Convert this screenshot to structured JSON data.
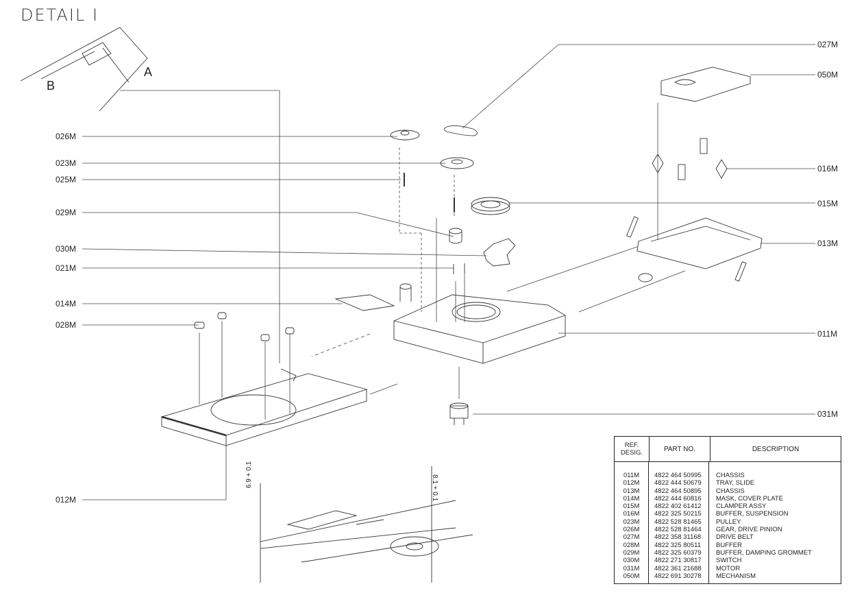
{
  "detail": {
    "title": "DETAIL I",
    "label_a": "A",
    "label_b": "B",
    "dim_left": "6.9 + 0.1",
    "dim_right": "8.1 + 0.1"
  },
  "callouts": [
    "027M",
    "050M",
    "026M",
    "023M",
    "025M",
    "016M",
    "015M",
    "029M",
    "013M",
    "030M",
    "021M",
    "014M",
    "028M",
    "011M",
    "031M",
    "012M"
  ],
  "table": {
    "headers": {
      "ref": "REF. DESIG.",
      "part": "PART NO.",
      "desc": "DESCRIPTION"
    },
    "rows": [
      {
        "ref": "011M",
        "part": "4822 464 50995",
        "desc": "CHASSIS"
      },
      {
        "ref": "012M",
        "part": "4822 444 50679",
        "desc": "TRAY, SLIDE"
      },
      {
        "ref": "013M",
        "part": "4822 464 50895",
        "desc": "CHASSIS"
      },
      {
        "ref": "014M",
        "part": "4822 444 60816",
        "desc": "MASK, COVER PLATE"
      },
      {
        "ref": "015M",
        "part": "4822 402 61412",
        "desc": "CLAMPER ASSY"
      },
      {
        "ref": "016M",
        "part": "4822 325 50215",
        "desc": "BUFFER, SUSPENSION"
      },
      {
        "ref": "023M",
        "part": "4822 528 81465",
        "desc": "PULLEY"
      },
      {
        "ref": "026M",
        "part": "4822 528 81464",
        "desc": "GEAR, DRIVE PINION"
      },
      {
        "ref": "027M",
        "part": "4822 358 31168",
        "desc": "DRIVE BELT"
      },
      {
        "ref": "028M",
        "part": "4822 325 80511",
        "desc": "BUFFER"
      },
      {
        "ref": "029M",
        "part": "4822 325 60379",
        "desc": "BUFFER, DAMPING GROMMET"
      },
      {
        "ref": "030M",
        "part": "4822 271 30817",
        "desc": "SWITCH"
      },
      {
        "ref": "031M",
        "part": "4822 361 21688",
        "desc": "MOTOR"
      },
      {
        "ref": "050M",
        "part": "4822 691 30278",
        "desc": "MECHANISM"
      }
    ]
  }
}
